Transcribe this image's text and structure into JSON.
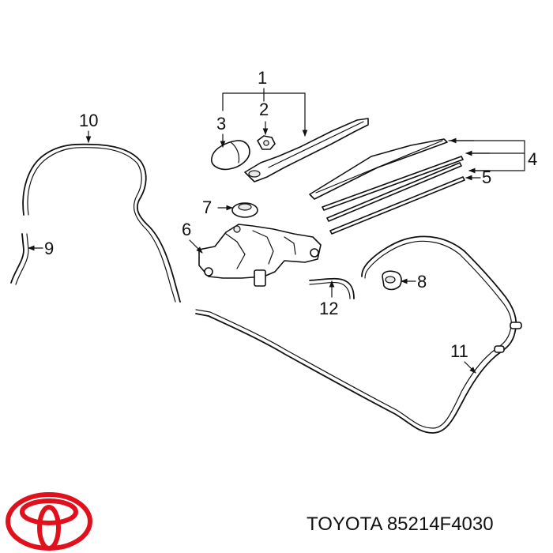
{
  "brand": "TOYOTA",
  "part_number": "85214F4030",
  "brand_color": "#e0101d",
  "callouts": [
    "1",
    "2",
    "3",
    "4",
    "5",
    "6",
    "7",
    "8",
    "9",
    "10",
    "11",
    "12"
  ],
  "icons": {
    "logo": "toyota-logo-icon"
  }
}
